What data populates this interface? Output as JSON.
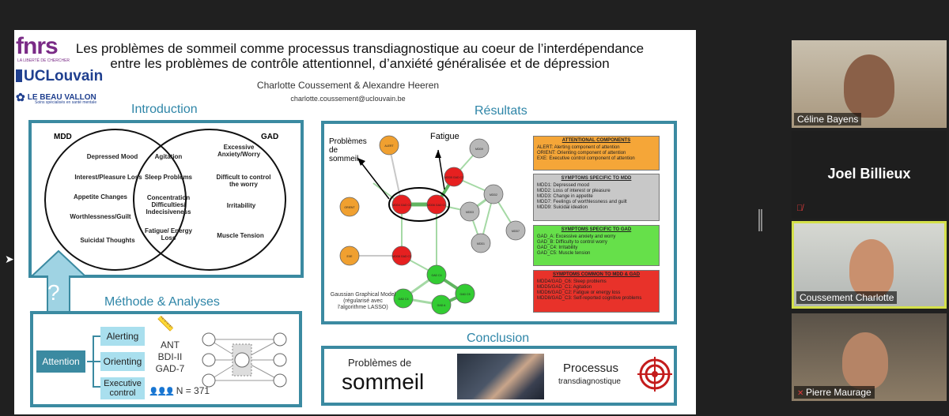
{
  "slide": {
    "logos": {
      "fnrs": "fnrs",
      "fnrs_sub": "LA LIBERTÉ DE CHERCHER",
      "uclouvain": "UCLouvain",
      "beau_vallon": "LE BEAU VALLON",
      "beau_vallon_sub": "Soins spécialisés en santé mentale"
    },
    "title_line1": "Les problèmes de sommeil comme processus transdiagnostique au coeur de l’interdépendance",
    "title_line2": "entre les problèmes de contrôle attentionnel, d’anxiété généralisée et de dépression",
    "authors": "Charlotte Coussement & Alexandre Heeren",
    "email": "charlotte.coussement@uclouvain.be",
    "introduction": {
      "heading": "Introduction",
      "mdd_label": "MDD",
      "gad_label": "GAD",
      "mdd_items": [
        "Depressed Mood",
        "Interest/Pleasure Loss",
        "Appetite Changes",
        "Worthlessness/Guilt",
        "Suicidal Thoughts"
      ],
      "shared_items": [
        "Agitation",
        "Sleep Problems",
        "Concentration Difficulties/ Indecisiveness",
        "Fatigue/ Energy Loss"
      ],
      "gad_items": [
        "Excessive Anxiety/Worry",
        "Difficult to control the worry",
        "Irritability",
        "Muscle Tension"
      ],
      "question_mark": "?"
    },
    "methode": {
      "heading": "Méthode & Analyses",
      "attention": "Attention",
      "alerting": "Alerting",
      "orienting": "Orienting",
      "executive": "Executive control",
      "tests": [
        "ANT",
        "BDI-II",
        "GAD-7"
      ],
      "n": "N = 371"
    },
    "resultats": {
      "heading": "Résultats",
      "annot_sommeil": "Problèmes de sommeil",
      "annot_fatigue": "Fatigue",
      "caption": "Gaussian Graphical Model (régularisé avec l’algorithme LASSO)",
      "nodes": [
        {
          "label": "ALERT",
          "color": "#f0a030"
        },
        {
          "label": "ORIENT",
          "color": "#f0a030"
        },
        {
          "label": "EXE",
          "color": "#f0a030"
        },
        {
          "label": "MDD4 GAD C6",
          "color": "#e62020"
        },
        {
          "label": "MDD6 GAD C1",
          "color": "#e62020"
        },
        {
          "label": "MDD5 GAD C2",
          "color": "#e62020"
        },
        {
          "label": "MDD8 GAD C3",
          "color": "#e62020"
        },
        {
          "label": "MDD9",
          "color": "#b8b8b8"
        },
        {
          "label": "MDD3",
          "color": "#b8b8b8"
        },
        {
          "label": "MDD2",
          "color": "#b8b8b8"
        },
        {
          "label": "MDD7",
          "color": "#b8b8b8"
        },
        {
          "label": "MDD1",
          "color": "#b8b8b8"
        },
        {
          "label": "GAD C4",
          "color": "#33cc33"
        },
        {
          "label": "GAD C4",
          "color": "#33cc33"
        },
        {
          "label": "GAD B",
          "color": "#33cc33"
        },
        {
          "label": "GAD A",
          "color": "#33cc33"
        },
        {
          "label": "GAD C5",
          "color": "#33cc33"
        }
      ],
      "legend": [
        {
          "heading": "ATTENTIONAL COMPONENTS",
          "color": "#f5a638",
          "lines": [
            "ALERT: Alerting component of attention",
            "ORIENT: Orienting component of attention",
            "EXE: Executive control component of attention"
          ]
        },
        {
          "heading": "SYMPTOMS SPECIFIC TO MDD",
          "color": "#c8c8c8",
          "lines": [
            "MDD1: Depressed mood",
            "MDD2: Loss of interest or pleasure",
            "MDD3: Change in appetite",
            "MDD7: Feelings of worthlessness and guilt",
            "MDD9: Suicidal ideation"
          ]
        },
        {
          "heading": "SYMPTOMS SPECIFIC TO GAD",
          "color": "#66e04a",
          "lines": [
            "GAD_A: Excessive anxiety and worry",
            "GAD_B: Difficulty to control worry",
            "GAD_C4: Irritability",
            "GAD_C5: Muscle tension"
          ]
        },
        {
          "heading": "SYMPTOMS COMMON TO MDD & GAD",
          "color": "#e8322a",
          "lines": [
            "MDD4/GAD_C6: Sleep problems",
            "MDD5/GAD_C1: Agitation",
            "MDD6/GAD_C2: Fatigue or energy loss",
            "MDD8/GAD_C3: Self-reported cognitive problems"
          ]
        }
      ]
    },
    "conclusion": {
      "heading": "Conclusion",
      "problemes_de": "Problèmes de",
      "sommeil": "sommeil",
      "processus": "Processus",
      "transdiagnostique": "transdiagnostique"
    }
  },
  "participants": [
    {
      "name": "Céline Bayens",
      "muted": false,
      "video": true
    },
    {
      "name": "Joel Billieux",
      "muted": true,
      "video": false
    },
    {
      "name": "Coussement Charlotte",
      "muted": false,
      "video": true,
      "active_speaker": true
    },
    {
      "name": "Pierre Maurage",
      "muted": true,
      "video": true
    }
  ],
  "colors": {
    "accent": "#3b8aa1",
    "active_speaker_border": "#d4e04a"
  }
}
